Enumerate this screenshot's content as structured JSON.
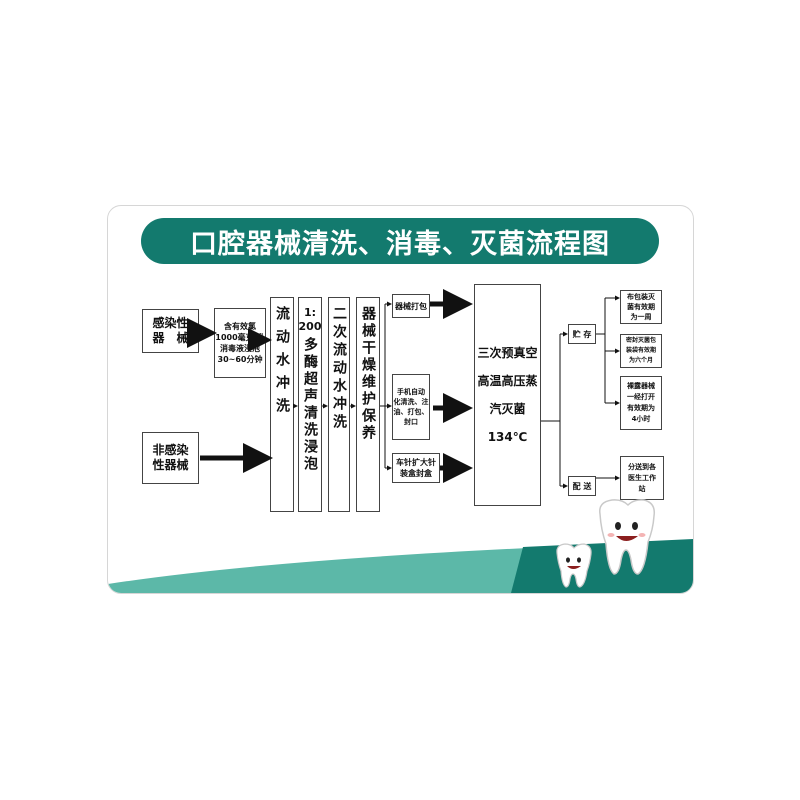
{
  "title": "口腔器械清洗、消毒、灭菌流程图",
  "nodes": {
    "infectious": [
      "感染性",
      "器　械"
    ],
    "non_infectious": [
      "非感染",
      "性器械"
    ],
    "disinfect_soak": [
      "含有效氯",
      "1000毫克/升",
      "消毒液浸泡",
      "30~60分钟"
    ],
    "rinse": "流动水冲洗",
    "enzyme_ratio": "1:",
    "enzyme_ratio2": "200",
    "enzyme": "多酶超声清洗浸泡",
    "second_rinse": "二次流动水冲洗",
    "dry_maintain": "器械干燥维护保养",
    "pack_instrument": "器械打包",
    "handpiece": [
      "手机自动",
      "化清洗、注",
      "油、打包、",
      "封口"
    ],
    "needle_box": [
      "车针扩大针",
      "装盒封盒"
    ],
    "sterilize": [
      "三次预真空",
      "高温高压蒸",
      "汽灭菌134℃"
    ],
    "storage": "贮 存",
    "distribute": "配 送",
    "cloth_pack": [
      "布包装灭",
      "菌有效期",
      "为一周"
    ],
    "sealed_pack": [
      "密封灭菌包",
      "装袋有效期",
      "为六个月"
    ],
    "bare": [
      "裸露器械",
      "一经打开",
      "有效期为",
      "4小时"
    ],
    "deliver": [
      "分送到各",
      "医生工作",
      "站"
    ]
  },
  "colors": {
    "teal": "#137a6e",
    "light_teal": "#5cb8a8",
    "arrow": "#111111"
  },
  "icons": [
    "tooth-mascot-large-icon",
    "tooth-mascot-small-icon"
  ]
}
